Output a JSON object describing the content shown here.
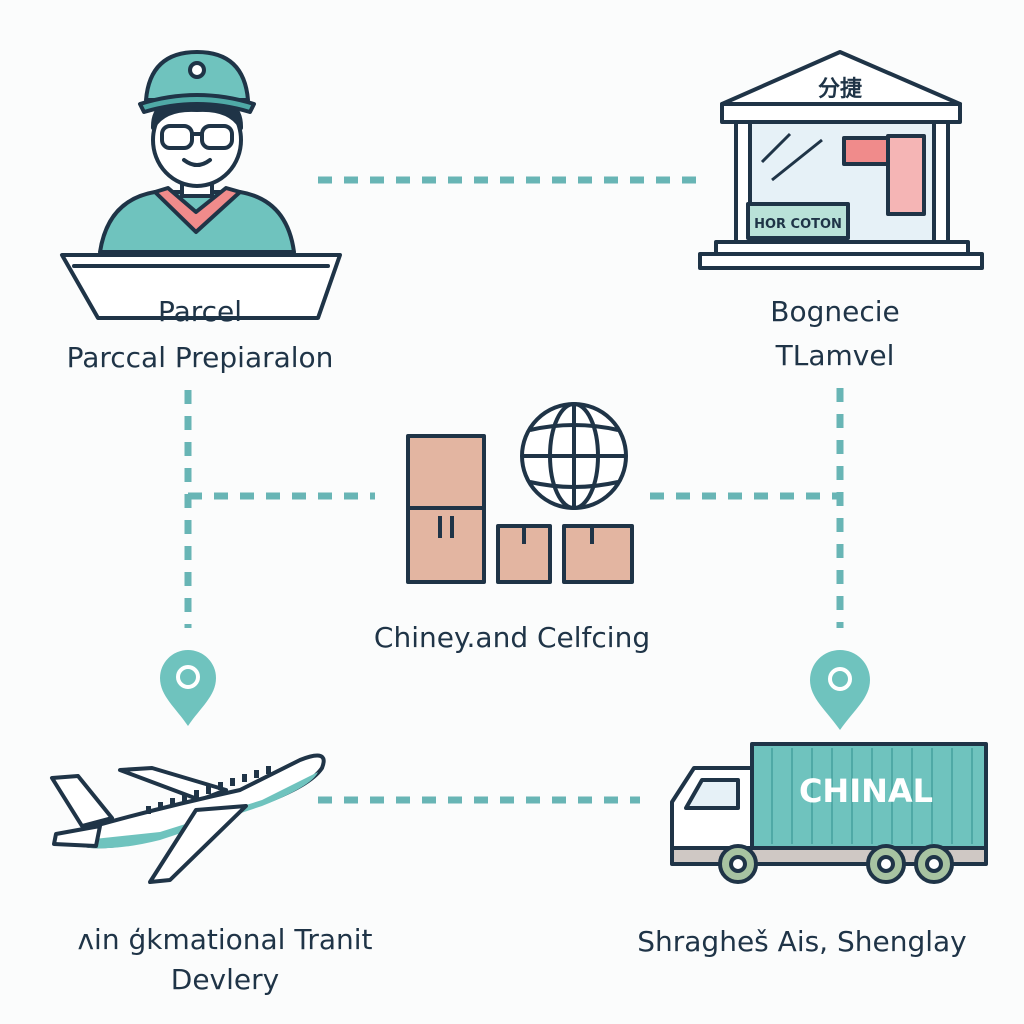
{
  "nodes": {
    "preparation": {
      "title": "Parcel",
      "subtitle": "Parccal Prepiaralon"
    },
    "customs": {
      "title": "Bognecie",
      "subtitle": "TLamvel",
      "roof_text": "分捷",
      "sign_text": "HOR COTON"
    },
    "center": {
      "label": "Chiney.and Celfcing"
    },
    "transit": {
      "title": "ᴧin ģkmational Tranit",
      "subtitle": "Devlery"
    },
    "delivery": {
      "label": "Shragheš Ais, Shenglay",
      "truck_text": "CHINAL"
    }
  },
  "colors": {
    "outline": "#1f3447",
    "teal": "#6fc3be",
    "teal_dark": "#4fa9a6",
    "box_fill": "#e3b5a1",
    "pink": "#f08b8b",
    "window": "#e6f1f7",
    "dash": "#68b5b5"
  },
  "icons": {
    "person": "delivery-clerk-icon",
    "building": "customs-office-icon",
    "globe": "globe-icon",
    "boxes": "parcel-boxes-icon",
    "plane": "airplane-icon",
    "truck": "truck-icon",
    "pin": "location-pin-icon"
  }
}
